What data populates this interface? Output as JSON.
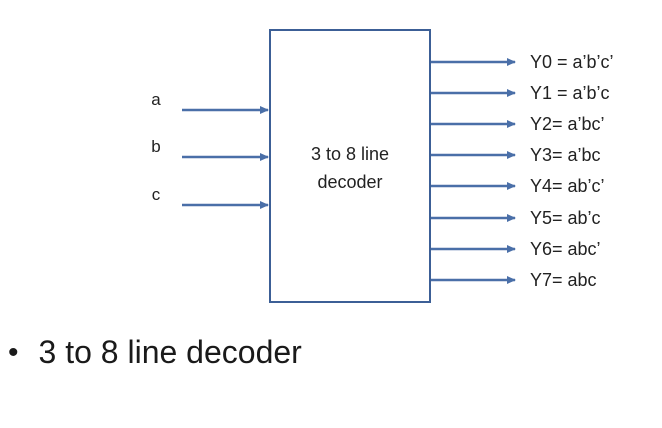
{
  "box": {
    "line1": "3 to 8 line",
    "line2": "decoder"
  },
  "inputs": [
    "a",
    "b",
    "c"
  ],
  "outputs": [
    "Y0 = a’b’c’",
    "Y1 = a’b’c",
    "Y2= a’bc’",
    "Y3= a’bc",
    "Y4= ab’c’",
    "Y5= ab’c",
    "Y6= abc’",
    "Y7= abc"
  ],
  "bullet": {
    "text": "3 to 8 line decoder"
  },
  "colors": {
    "arrow": "#4a6fa8",
    "box_border": "#3c5f96",
    "text": "#222222"
  }
}
